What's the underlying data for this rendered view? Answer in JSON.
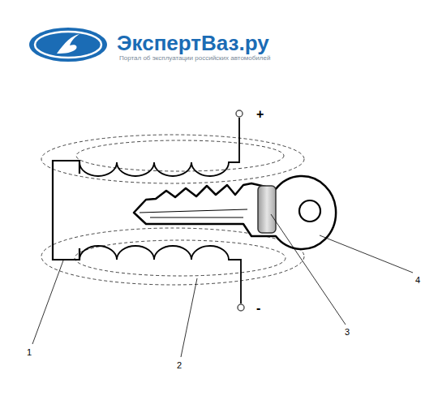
{
  "diagram": {
    "labels": [
      "ЭкспертВаз.ру",
      "Портал об эксплуатации российских автомобилей",
      "+",
      "-",
      "1",
      "2",
      "3",
      "4"
    ]
  }
}
